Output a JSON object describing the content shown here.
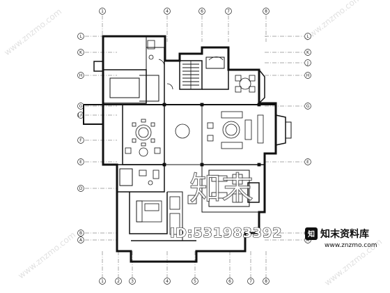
{
  "plan": {
    "grid_top": [
      "1",
      "4",
      "6",
      "7",
      "8"
    ],
    "grid_bottom": [
      "1",
      "2",
      "3",
      "4",
      "5",
      "6",
      "7",
      "8"
    ],
    "grid_left": [
      "L",
      "K",
      "H",
      "G",
      "1/G",
      "F",
      "E",
      "D",
      "B",
      "A"
    ],
    "grid_right": [
      "L",
      "K",
      "J",
      "H",
      "G",
      "E",
      "B",
      "A"
    ]
  },
  "watermark": {
    "id_text": "ID:531983392",
    "big_text": "知末",
    "repeat_text": "www.znzmo.com"
  },
  "branding": {
    "name": "知末资料库",
    "url": "www.znzmo.com"
  },
  "colors": {
    "line": "#111111",
    "background": "#ffffff"
  }
}
